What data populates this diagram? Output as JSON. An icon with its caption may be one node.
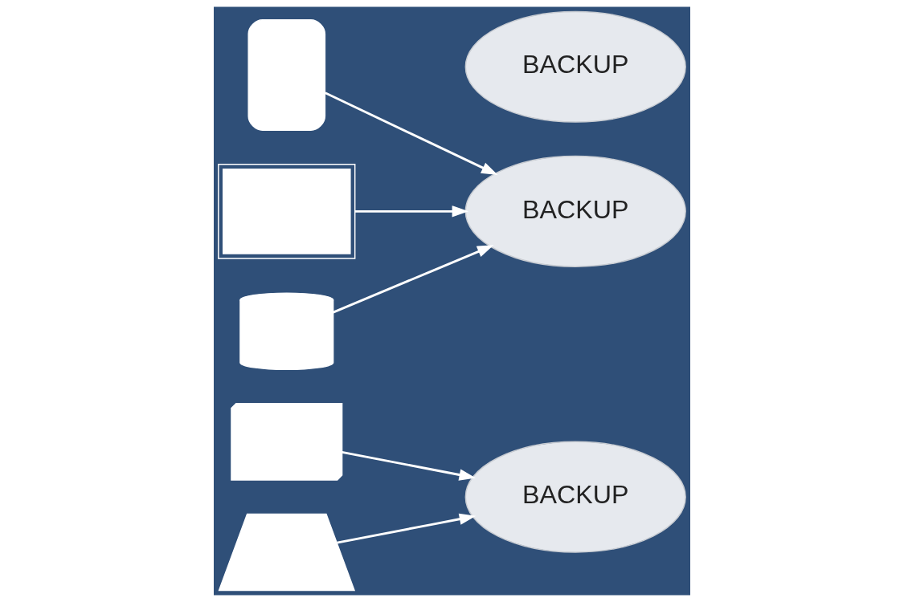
{
  "diagram": {
    "nodes": [
      {
        "text": [],
        "shape": "server"
      },
      {
        "text": [],
        "shape": "tablet"
      },
      {
        "text": [
          "BACKUP"
        ]
      },
      {
        "text": [
          "BACKUP"
        ]
      },
      {
        "text": [
          "BACKUP"
        ]
      },
      {
        "text": [],
        "shape": "laptop"
      },
      {
        "text": [],
        "shape": "monitor"
      },
      {
        "text": [],
        "shape": "cylinder"
      }
    ],
    "edges": [
      {
        "from": 0,
        "to": 3,
        "arrow": "to"
      },
      {
        "from": 1,
        "to": 4,
        "arrow": "to"
      },
      {
        "from": 5,
        "to": 3,
        "arrow": "to"
      },
      {
        "from": 6,
        "to": 4,
        "arrow": "to"
      },
      {
        "from": 7,
        "to": 4,
        "arrow": "to"
      }
    ]
  }
}
